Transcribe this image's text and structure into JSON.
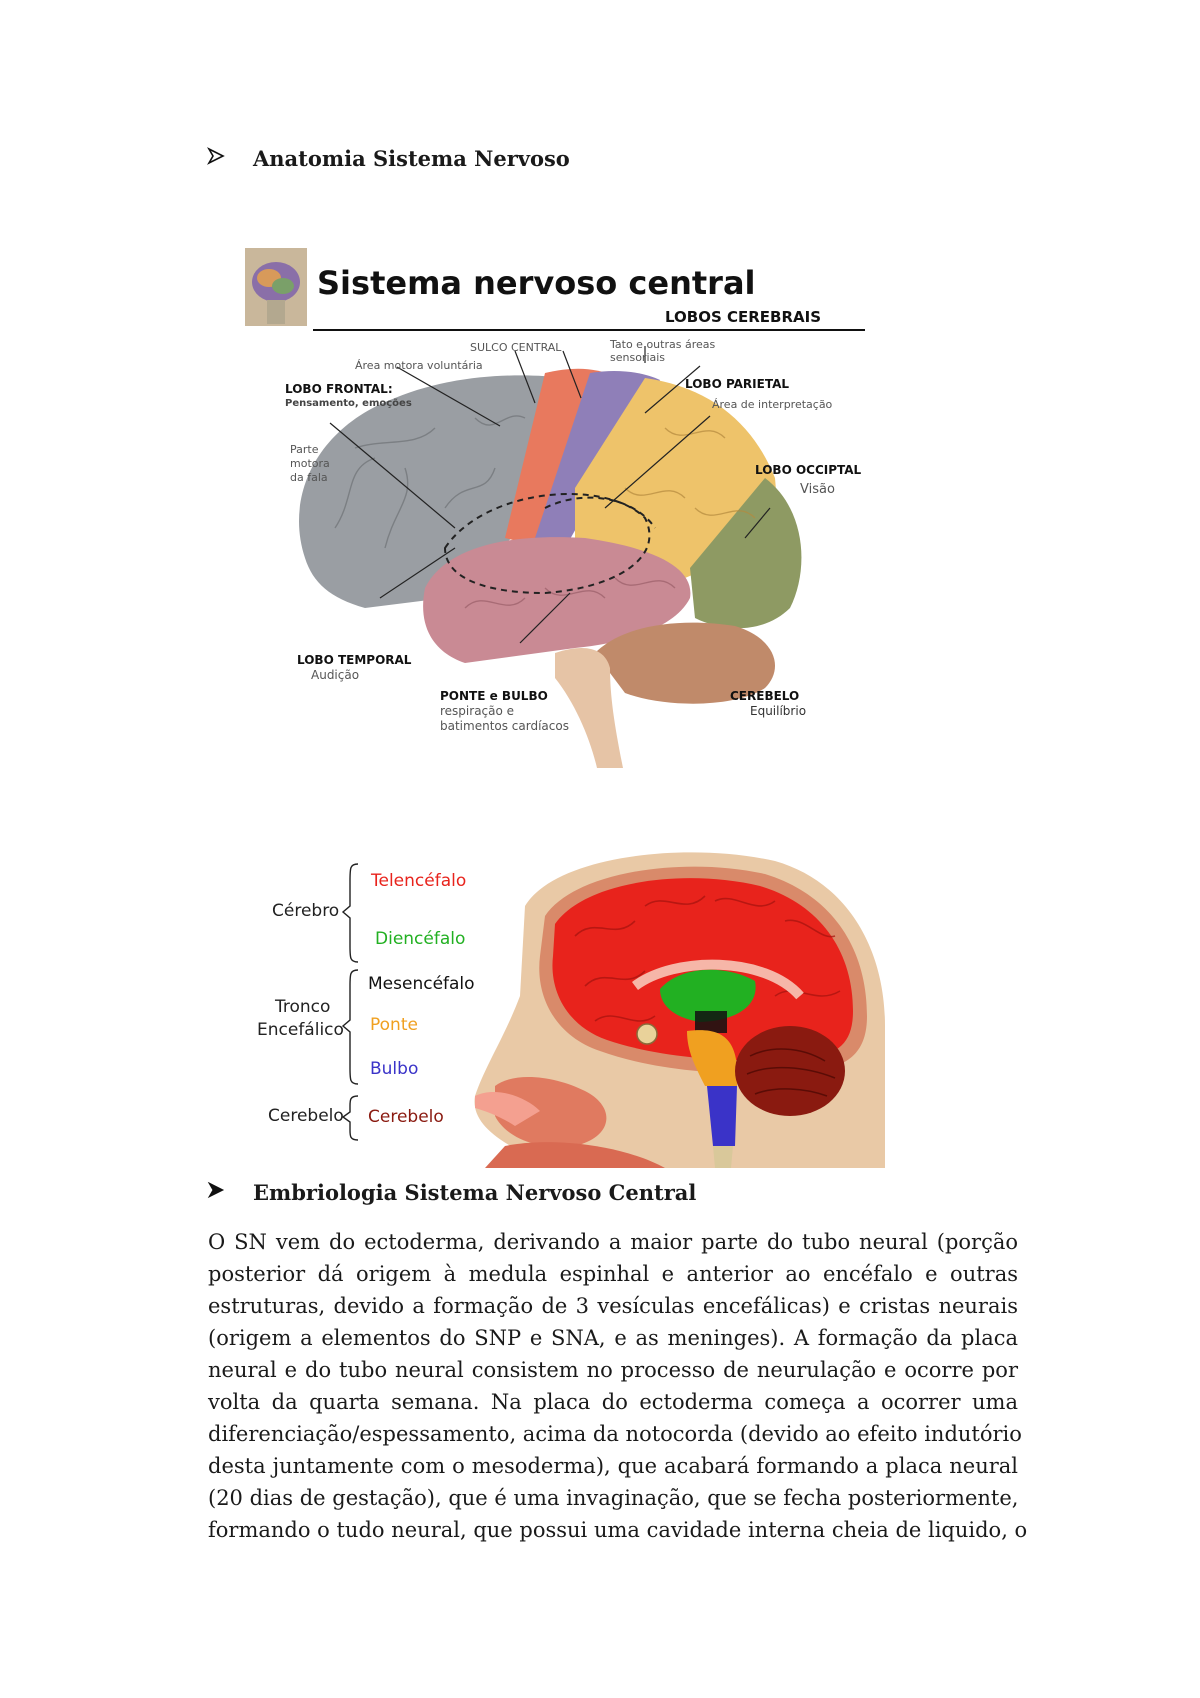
{
  "section1": {
    "title": "Anatomia Sistema Nervoso",
    "bullet_icon": "arrowhead-bullet"
  },
  "figure1": {
    "title": "Sistema nervoso central",
    "subtitle": "LOBOS CEREBRAIS",
    "labels": {
      "sulco_central": "SULCO CENTRAL",
      "area_motora": "Área motora voluntária",
      "tato": "Tato e outras áreas",
      "tato2": "sensoriais",
      "lobo_frontal": "LOBO FRONTAL:",
      "lobo_frontal_desc": "Pensamento, emoções",
      "lobo_parietal": "LOBO PARIETAL",
      "lobo_parietal_desc": "Área de interpretação",
      "parte_motora_1": "Parte",
      "parte_motora_2": "motora",
      "parte_motora_3": "da fala",
      "lobo_occipital": "LOBO OCCIPTAL",
      "lobo_occipital_desc": "Visão",
      "lobo_temporal": "LOBO TEMPORAL",
      "lobo_temporal_desc": "Audição",
      "ponte_bulbo": "PONTE e BULBO",
      "ponte_bulbo_desc1": "respiração e",
      "ponte_bulbo_desc2": "batimentos cardíacos",
      "cerebelo": "CEREBELO",
      "cerebelo_desc": "Equilíbrio"
    },
    "colors": {
      "frontal": "#9a9ea3",
      "motor": "#e8795e",
      "sensory": "#8f7fb8",
      "parietal": "#eec36a",
      "occipital": "#8e9a63",
      "temporal": "#c98a94",
      "cerebellum": "#c08a6a",
      "stem": "#e6c4a6"
    }
  },
  "figure2": {
    "cerebro": "Cérebro",
    "telencefalo": "Telencéfalo",
    "diencefalo": "Diencéfalo",
    "tronco1": "Tronco",
    "tronco2": "Encefálico",
    "mesencefalo": "Mesencéfalo",
    "ponte": "Ponte",
    "bulbo": "Bulbo",
    "cerebelo_group": "Cerebelo",
    "cerebelo": "Cerebelo",
    "colors": {
      "telencefalo": "#e8231c",
      "diencefalo": "#22b022",
      "ponte": "#f0a020",
      "bulbo": "#3a33c8",
      "cerebelo": "#8a1a10",
      "mesencefalo": "#111111"
    }
  },
  "section2": {
    "title": "Embriologia Sistema Nervoso Central",
    "bullet_icon": "arrowhead-bullet",
    "lines": [
      "O SN vem do ectoderma, derivando a maior parte do tubo neural (porção",
      "posterior dá origem à medula espinhal e anterior ao encéfalo e outras",
      "estruturas, devido a formação de 3 vesículas encefálicas) e cristas neurais",
      "(origem a elementos do SNP e SNA, e as meninges). A formação da placa",
      "neural e do tubo neural consistem no processo de neurulação e ocorre por",
      "volta da quarta semana. Na placa do ectoderma começa a ocorrer uma",
      "diferenciação/espessamento, acima da notocorda (devido ao efeito indutório",
      "desta juntamente com o mesoderma), que acabará formando a placa neural",
      "(20 dias de gestação), que é uma invaginação, que se fecha posteriormente,",
      "formando o tudo neural, que possui uma cavidade interna cheia de liquido, o"
    ]
  }
}
